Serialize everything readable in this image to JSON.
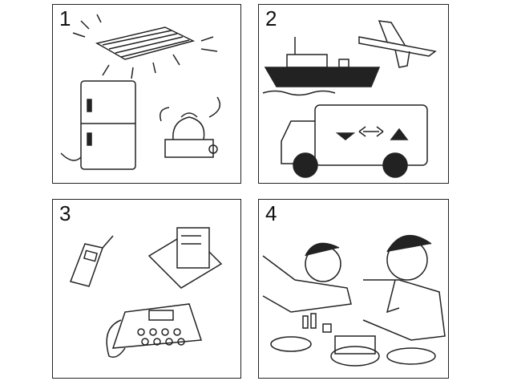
{
  "panels": [
    {
      "number": "1",
      "subject": "electric-appliances"
    },
    {
      "number": "2",
      "subject": "transportation"
    },
    {
      "number": "3",
      "subject": "communication"
    },
    {
      "number": "4",
      "subject": "dining"
    }
  ]
}
